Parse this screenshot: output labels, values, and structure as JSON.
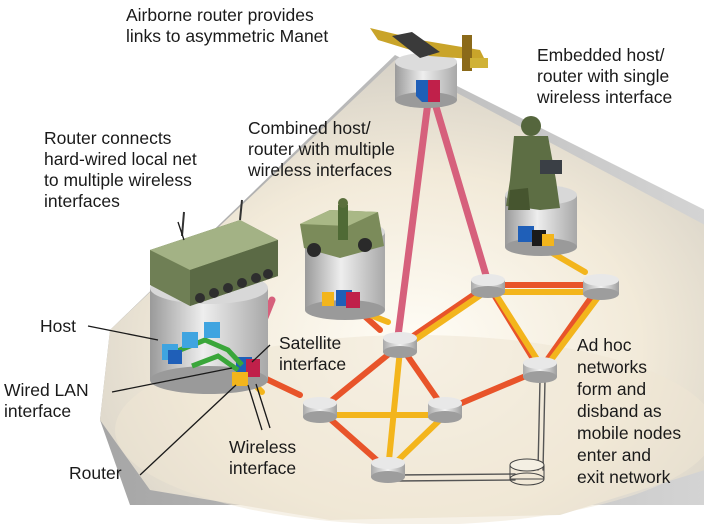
{
  "labels": {
    "airborne": "Airborne router provides\nlinks to asymmetric Manet",
    "embedded": "Embedded host/\nrouter with single\nwireless interface",
    "router_connects": "Router connects\nhard-wired local net\nto multiple wireless\ninterfaces",
    "combined": "Combined host/\nrouter with multiple\nwireless interfaces",
    "host": "Host",
    "satellite": "Satellite\ninterface",
    "wired_lan": "Wired LAN\ninterface",
    "wireless": "Wireless\ninterface",
    "router": "Router",
    "adhoc": "Ad hoc\nnetworks\nform and\ndisband as\nmobile nodes\nenter and\nexit network"
  },
  "colors": {
    "background": "#ffffff",
    "cone_light": "#f6efe2",
    "cone_shadow": "#b5b5b5",
    "satellite_link": "#d6607c",
    "wireless_link_red": "#e8542a",
    "wireless_link_yellow": "#f3b51c",
    "node_face": "#dcdcdc",
    "router_cube_blue": "#1f5fb8",
    "router_cube_red": "#c0204a",
    "host_cube": "#3fa4e0",
    "lan_wire": "#3aa63a",
    "vehicle_green": "#6f7f55"
  },
  "icons": [
    "airborne-router-icon",
    "tank-icon",
    "humvee-icon",
    "soldier-icon",
    "router-cube-icon",
    "host-icon"
  ]
}
